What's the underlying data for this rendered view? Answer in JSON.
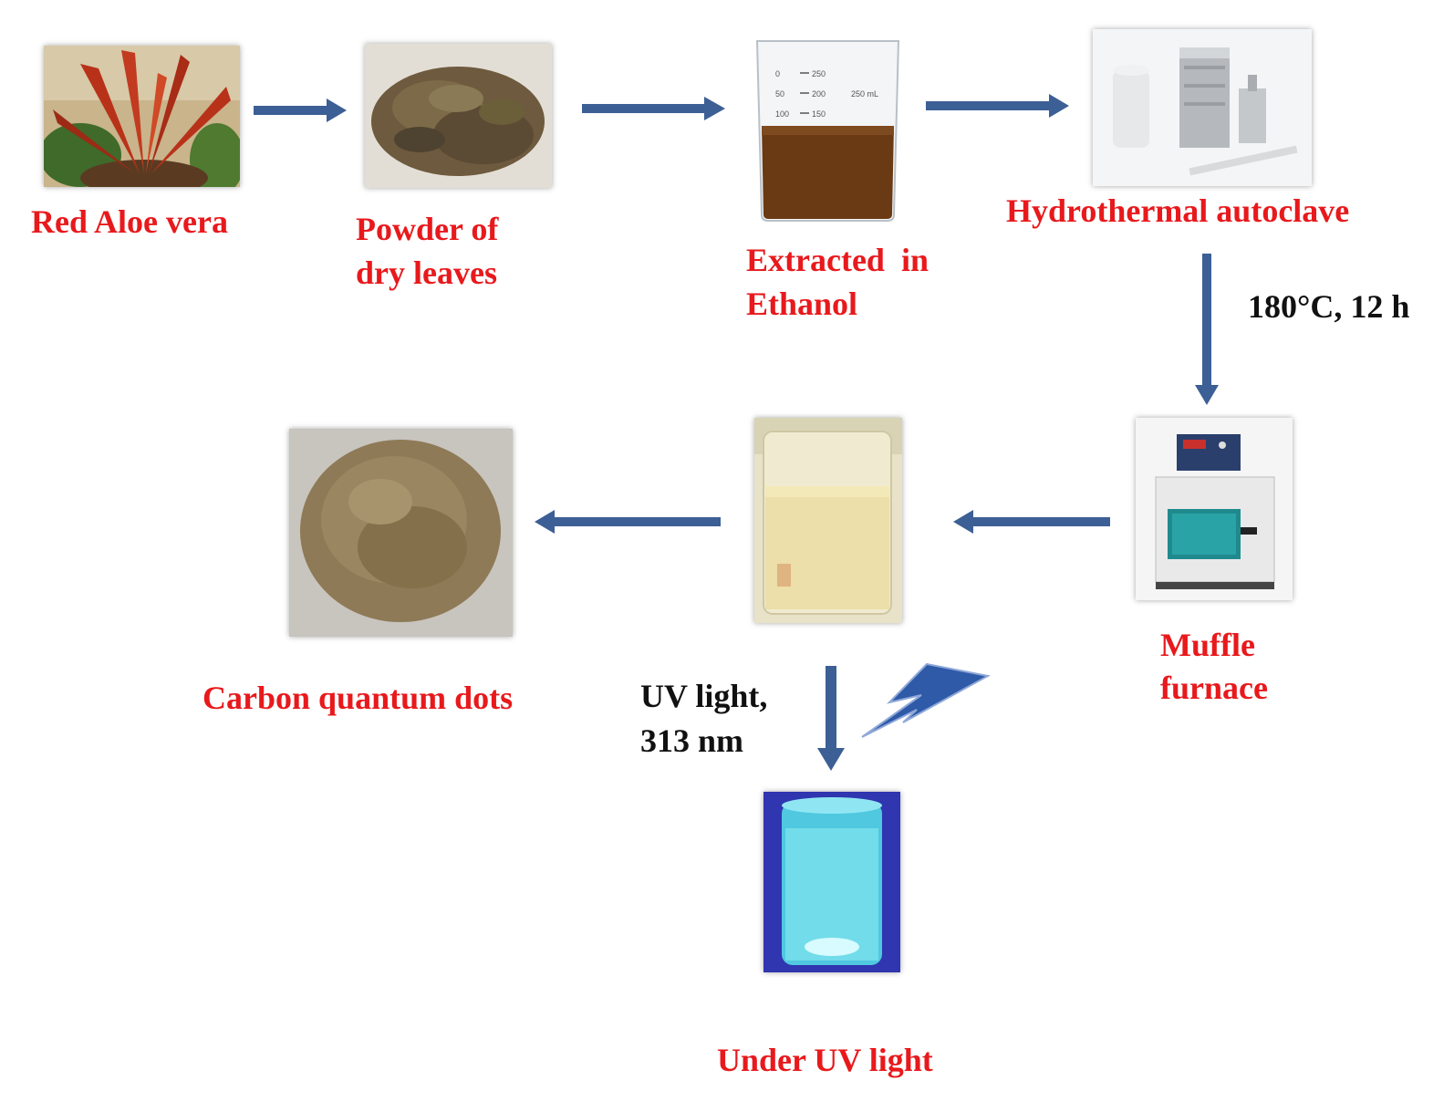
{
  "steps": {
    "red_aloe": "Red Aloe vera",
    "powder_line1": "Powder of",
    "powder_line2": "dry leaves",
    "extract_line1": "Extracted  in",
    "extract_line2": "Ethanol",
    "autoclave": "Hydrothermal autoclave",
    "muffle_line1": "Muffle",
    "muffle_line2": "furnace",
    "cqd": "Carbon quantum dots",
    "under_uv": "Under UV light"
  },
  "conditions": {
    "temp_time": "180°C, 12 h",
    "uv_line1": "UV light,",
    "uv_line2": "313 nm"
  },
  "beaker_marks": [
    "250",
    "200",
    "150",
    "100",
    "50",
    "0",
    "250 mL"
  ],
  "colors": {
    "label_red": "#e8191c",
    "arrow_blue": "#3c5f95",
    "lightning_blue": "#2e5aa8"
  },
  "icons": [
    "aloe-photo",
    "dry-leaves-photo",
    "beaker-photo",
    "autoclave-photo",
    "muffle-furnace-photo",
    "vial-photo",
    "cqd-powder-photo",
    "uv-vial-photo",
    "lightning-icon"
  ]
}
